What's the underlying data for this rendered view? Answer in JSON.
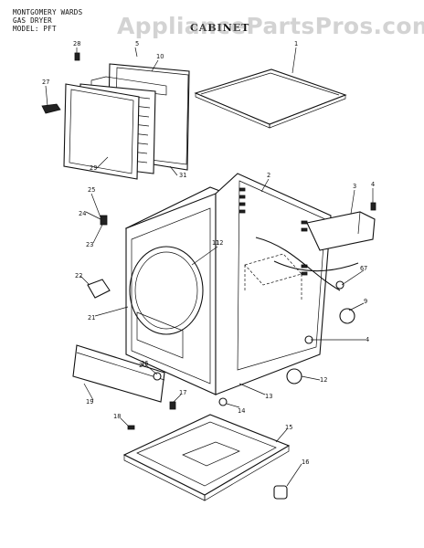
{
  "header": {
    "line1": "MONTGOMERY WARDS",
    "line2": "GAS DRYER",
    "line3": "MODEL: PFT"
  },
  "diagram_title": "CABINET",
  "watermark": "AppliancePartsPros.com",
  "callouts": [
    "1",
    "2",
    "3",
    "4",
    "4",
    "5",
    "6",
    "7",
    "9",
    "10",
    "11",
    "12",
    "12",
    "13",
    "14",
    "15",
    "16",
    "17",
    "18",
    "19",
    "20",
    "21",
    "22",
    "23",
    "24",
    "25",
    "26",
    "27",
    "28",
    "29",
    "31"
  ]
}
